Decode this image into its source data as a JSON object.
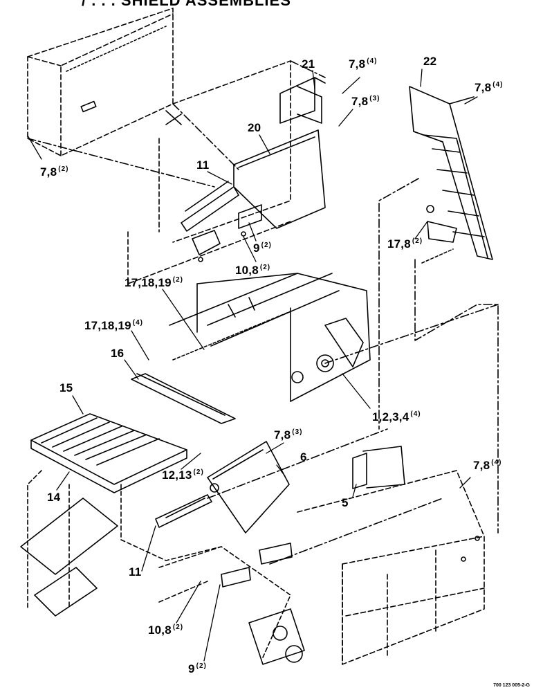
{
  "title_fragment": "/ . . . SHIELD ASSEMBLIES",
  "drawing_code": "700 123 005-2-G",
  "callouts": [
    {
      "id": "c01",
      "label": "21",
      "qty": ""
    },
    {
      "id": "c02",
      "label": "7,8",
      "qty": "(4)"
    },
    {
      "id": "c03",
      "label": "7,8",
      "qty": "(3)"
    },
    {
      "id": "c04",
      "label": "22",
      "qty": ""
    },
    {
      "id": "c05",
      "label": "7,8",
      "qty": "(4)"
    },
    {
      "id": "c06",
      "label": "20",
      "qty": ""
    },
    {
      "id": "c07",
      "label": "7,8",
      "qty": "(2)"
    },
    {
      "id": "c08",
      "label": "11",
      "qty": ""
    },
    {
      "id": "c09",
      "label": "9",
      "qty": "(2)"
    },
    {
      "id": "c10",
      "label": "10,8",
      "qty": "(2)"
    },
    {
      "id": "c11",
      "label": "17,8",
      "qty": "(2)"
    },
    {
      "id": "c12",
      "label": "17,18,19",
      "qty": "(2)"
    },
    {
      "id": "c13",
      "label": "17,18,19",
      "qty": "(4)"
    },
    {
      "id": "c14",
      "label": "16",
      "qty": ""
    },
    {
      "id": "c15",
      "label": "15",
      "qty": ""
    },
    {
      "id": "c16",
      "label": "1,2,3,4",
      "qty": "(4)"
    },
    {
      "id": "c17",
      "label": "7,8",
      "qty": "(3)"
    },
    {
      "id": "c18",
      "label": "6",
      "qty": ""
    },
    {
      "id": "c19",
      "label": "12,13",
      "qty": "(2)"
    },
    {
      "id": "c20",
      "label": "14",
      "qty": ""
    },
    {
      "id": "c21",
      "label": "7,8",
      "qty": "(4)"
    },
    {
      "id": "c22",
      "label": "5",
      "qty": ""
    },
    {
      "id": "c23",
      "label": "11",
      "qty": ""
    },
    {
      "id": "c24",
      "label": "10,8",
      "qty": "(2)"
    },
    {
      "id": "c25",
      "label": "9",
      "qty": "(2)"
    }
  ]
}
